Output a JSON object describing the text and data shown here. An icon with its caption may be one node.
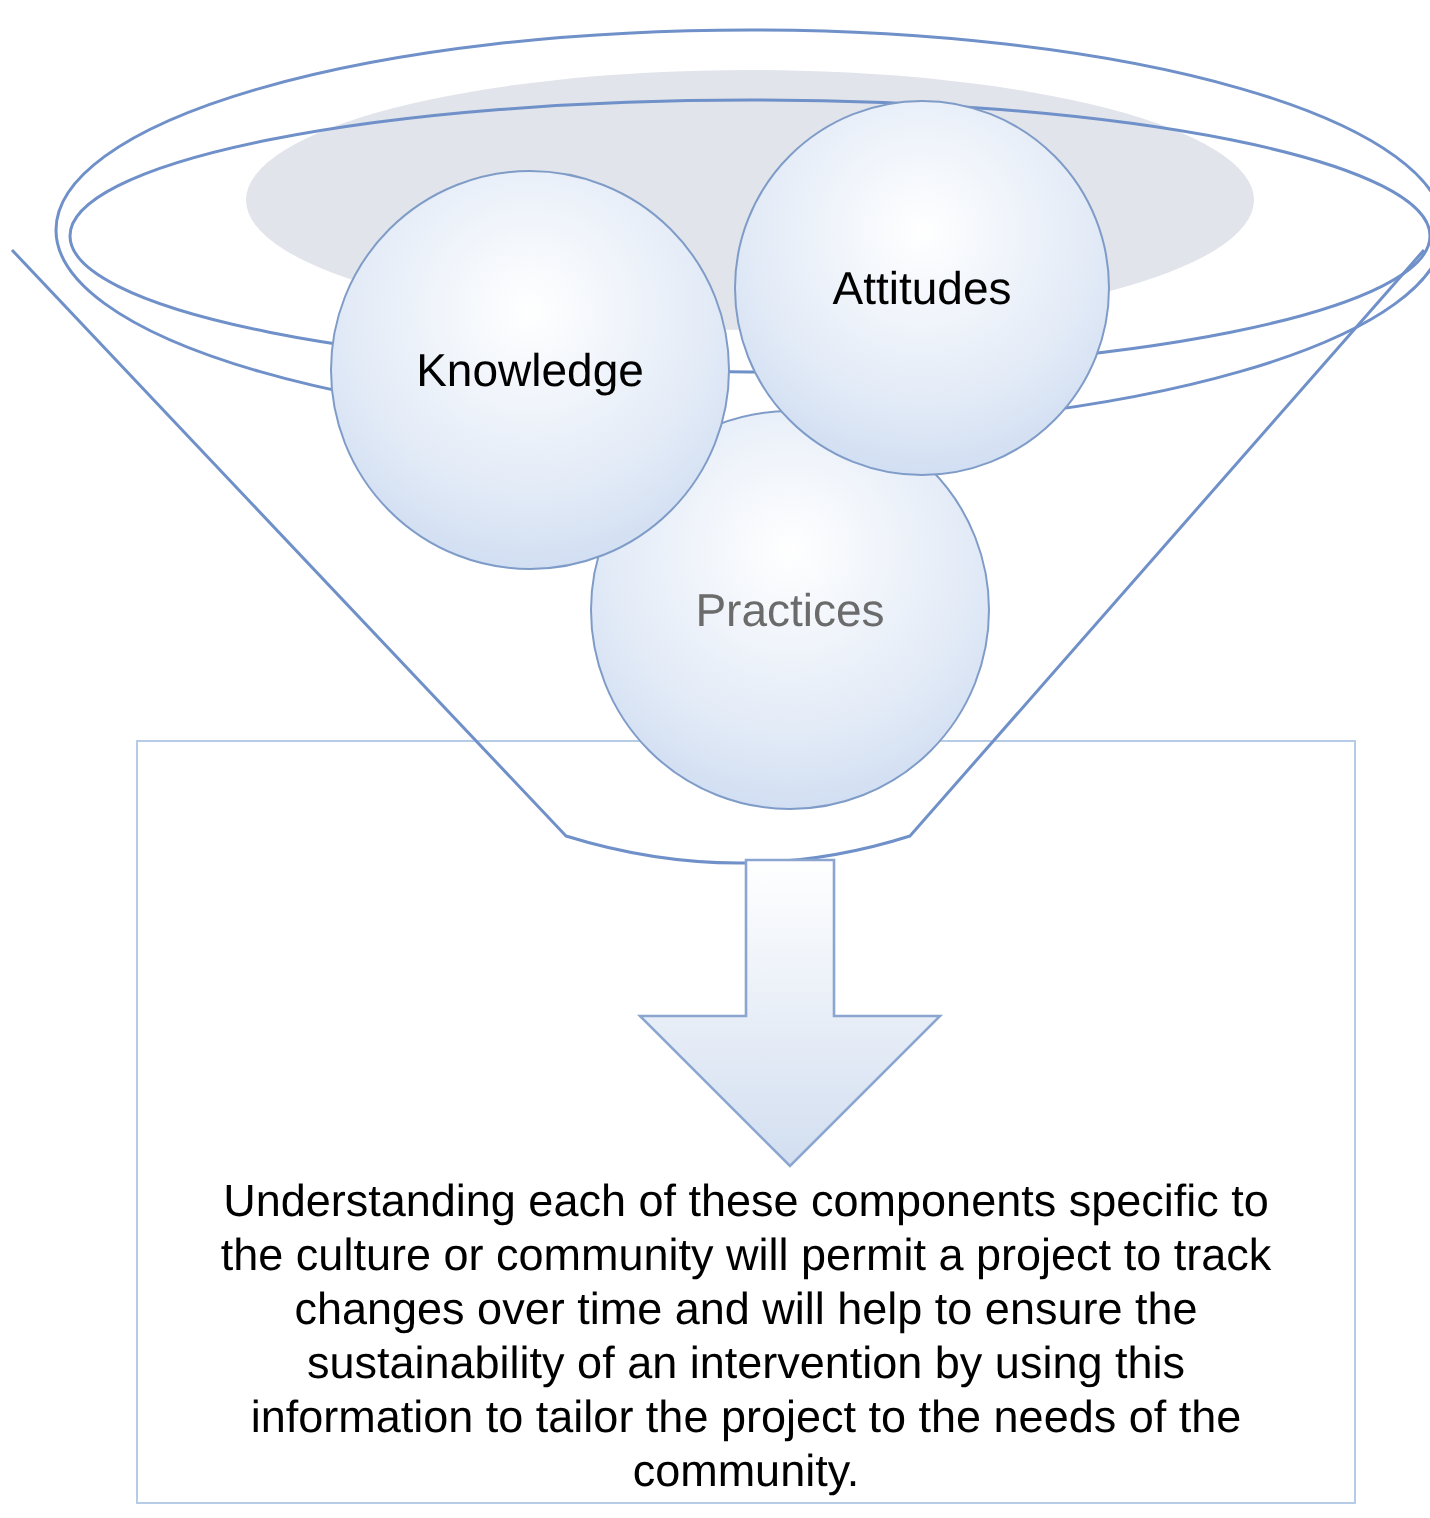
{
  "diagram": {
    "nodes": [
      {
        "text": [],
        "shape": "funnel"
      },
      {
        "text": [
          "Knowledge"
        ],
        "in": 0
      },
      {
        "text": [
          "Attitudes"
        ],
        "in": 0
      },
      {
        "text": [
          "Practices"
        ],
        "in": 0
      },
      {
        "text": [
          "Understanding each of these components specific to the culture or community  will permit a project to track changes over time and will help to ensure the sustainability of an intervention by using this information to tailor the project to the needs of the community."
        ]
      }
    ],
    "edges": [
      {
        "from": 0,
        "to": 4,
        "arrow": "to"
      }
    ]
  }
}
